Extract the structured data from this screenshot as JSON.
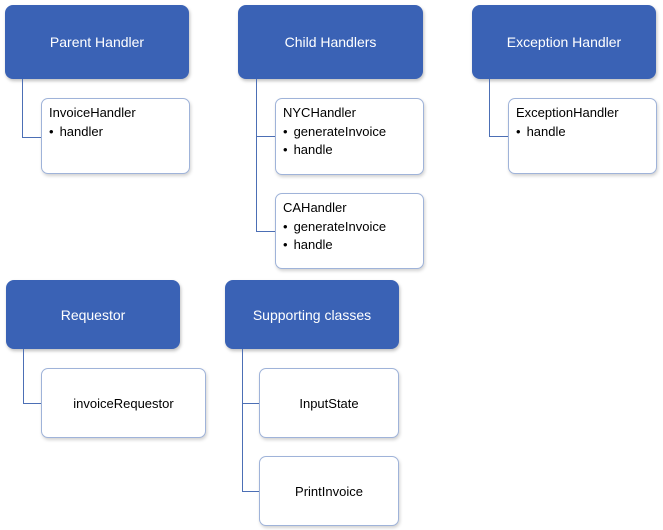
{
  "groups": [
    {
      "header": "Parent Handler",
      "children": [
        {
          "title": "InvoiceHandler",
          "items": [
            "handler"
          ]
        }
      ]
    },
    {
      "header": "Child Handlers",
      "children": [
        {
          "title": "NYCHandler",
          "items": [
            "generateInvoice",
            "handle"
          ]
        },
        {
          "title": "CAHandler",
          "items": [
            "generateInvoice",
            "handle"
          ]
        }
      ]
    },
    {
      "header": "Exception Handler",
      "children": [
        {
          "title": "ExceptionHandler",
          "items": [
            "handle"
          ]
        }
      ]
    },
    {
      "header": "Requestor",
      "children": [
        {
          "title": "invoiceRequestor",
          "items": []
        }
      ]
    },
    {
      "header": "Supporting classes",
      "children": [
        {
          "title": "InputState",
          "items": []
        },
        {
          "title": "PrintInvoice",
          "items": []
        }
      ]
    }
  ]
}
